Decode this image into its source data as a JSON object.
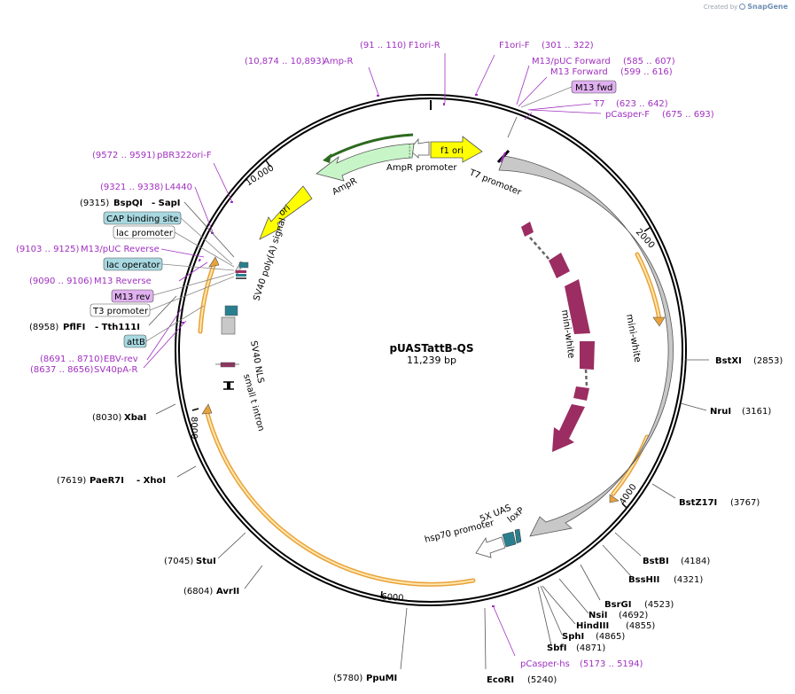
{
  "credit": {
    "text": "Created by",
    "brand": "SnapGene"
  },
  "plasmid": {
    "name": "pUASTattB-QS",
    "size": "11,239 bp"
  },
  "tick_labels": [
    "10,000",
    "2000",
    "4000",
    "6000",
    "8000"
  ],
  "features": {
    "f1_ori": "f1 ori",
    "ampr_promoter": "AmpR promoter",
    "t7_promoter_inner": "T7 promoter",
    "ampr": "AmpR",
    "ori": "ori",
    "mini_white_outer": "mini-white",
    "mini_white_inner": "mini-white",
    "sv40_polya": "SV40 poly(A) signal",
    "sv40_nls": "SV40 NLS",
    "small_t_intron": "small t intron",
    "hsp70_promoter": "hsp70 promoter",
    "uas": "5X UAS",
    "loxp": "loxP"
  },
  "primers": {
    "amp_r": {
      "range": "(10,874 .. 10,893)",
      "name": "Amp-R"
    },
    "f1ori_r": {
      "range": "(91 .. 110)",
      "name": "F1ori-R"
    },
    "f1ori_f": {
      "range": "(301 .. 322)",
      "name": "F1ori-F"
    },
    "m13puc_fwd": {
      "range": "(585 .. 607)",
      "name": "M13/pUC Forward"
    },
    "m13_fwd": {
      "range": "(599 .. 616)",
      "name": "M13 Forward"
    },
    "m13_fwd_box": {
      "name": "M13 fwd"
    },
    "t7": {
      "range": "(623 .. 642)",
      "name": "T7"
    },
    "pcasper_f": {
      "range": "(675 .. 693)",
      "name": "pCasper-F"
    },
    "pbr322ori_f": {
      "range": "(9572 .. 9591)",
      "name": "pBR322ori-F"
    },
    "l4440": {
      "range": "(9321 .. 9338)",
      "name": "L4440"
    },
    "cap_site": {
      "name": "CAP binding site"
    },
    "lac_promoter": {
      "name": "lac promoter"
    },
    "m13puc_rev": {
      "range": "(9103 .. 9125)",
      "name": "M13/pUC Reverse"
    },
    "lac_operator": {
      "name": "lac operator"
    },
    "m13_rev_primer": {
      "range": "(9090 .. 9106)",
      "name": "M13 Reverse"
    },
    "m13_rev_box": {
      "name": "M13 rev"
    },
    "t3_promoter": {
      "name": "T3 promoter"
    },
    "attb": {
      "name": "attB"
    },
    "ebv_rev": {
      "range": "(8691 .. 8710)",
      "name": "EBV-rev"
    },
    "sv40pa_r": {
      "range": "(8637 .. 8656)",
      "name": "SV40pA-R"
    },
    "pcasper_hs": {
      "range": "(5173 .. 5194)",
      "name": "pCasper-hs"
    }
  },
  "enzymes": {
    "bspqi": {
      "pos": "(9315)",
      "name": "BspQI",
      "alt": "- SapI"
    },
    "pflfi": {
      "pos": "(8958)",
      "name": "PflFI",
      "alt": "- Tth111I"
    },
    "xbai": {
      "pos": "(8030)",
      "name": "XbaI"
    },
    "paer7i": {
      "pos": "(7619)",
      "name": "PaeR7I",
      "alt": "- XhoI"
    },
    "stui": {
      "pos": "(7045)",
      "name": "StuI"
    },
    "avrii": {
      "pos": "(6804)",
      "name": "AvrII"
    },
    "ppumi": {
      "pos": "(5780)",
      "name": "PpuMI"
    },
    "ecori": {
      "pos": "(5240)",
      "name": "EcoRI"
    },
    "bstxi": {
      "pos": "(2853)",
      "name": "BstXI"
    },
    "brui": {
      "pos": "(3161)",
      "name": "NruI"
    },
    "bstz17i": {
      "pos": "(3767)",
      "name": "BstZ17I"
    },
    "bstbi": {
      "pos": "(4184)",
      "name": "BstBI"
    },
    "bsshii": {
      "pos": "(4321)",
      "name": "BssHII"
    },
    "bsrgi": {
      "pos": "(4523)",
      "name": "BsrGI"
    },
    "nsii": {
      "pos": "(4692)",
      "name": "NsiI"
    },
    "hindiii": {
      "pos": "(4855)",
      "name": "HindIII"
    },
    "sphi": {
      "pos": "(4865)",
      "name": "SphI"
    },
    "sbfi": {
      "pos": "(4871)",
      "name": "SbfI"
    }
  },
  "colors": {
    "backbone": "#000000",
    "primer": "#a030c0",
    "yellow_feature": "#ffff00",
    "ampr_fill": "#c8f5c8",
    "mini_white_grey": "#c8c8c8",
    "mini_white_exon": "#9b2d62",
    "orf_stroke": "#e8a238",
    "teal_feature": "#2a7f8f",
    "label_box_blue": "#a8d8e0",
    "label_box_purple": "#e0b0f0"
  }
}
